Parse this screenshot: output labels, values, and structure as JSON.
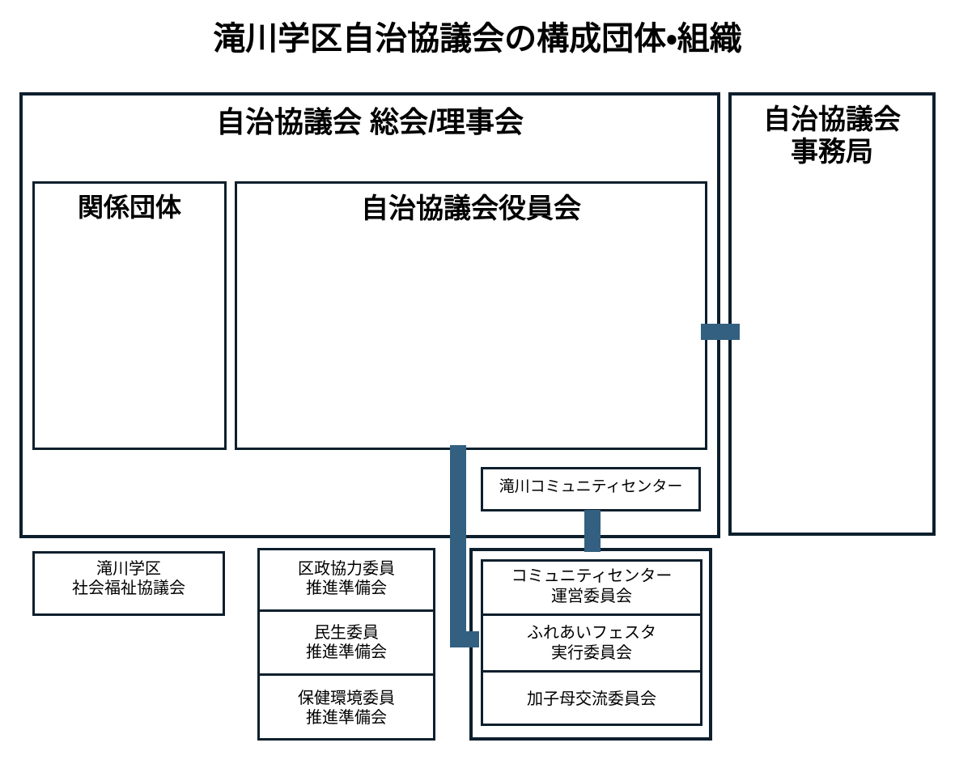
{
  "title": "滝川学区自治協議会の構成団体・組織",
  "colors": {
    "border": "#0d1f2d",
    "connector": "#336080",
    "background": "#ffffff",
    "text": "#000000"
  },
  "assembly": {
    "title": "自治協議会 総会/理事会",
    "related_organizations": {
      "title": "関係団体"
    },
    "officers": {
      "title": "自治協議会役員会"
    }
  },
  "secretariat": {
    "title": "自治協議会\n事務局"
  },
  "community_center": {
    "title": "滝川コミュニティセンター"
  },
  "welfare_council": {
    "title": "滝川学区\n社会福祉協議会"
  },
  "committees": {
    "items": [
      {
        "label": "区政協力委員\n推進準備会"
      },
      {
        "label": "民生委員\n推進準備会"
      },
      {
        "label": "保健環境委員\n推進準備会"
      }
    ]
  },
  "community_committees": {
    "items": [
      {
        "label": "コミュニティセンター\n運営委員会"
      },
      {
        "label": "ふれあいフェスタ\n実行委員会"
      },
      {
        "label": "加子母交流委員会"
      }
    ]
  },
  "connectors": [
    {
      "name": "assembly-to-secretariat",
      "orientation": "horizontal"
    },
    {
      "name": "officers-to-community-committees",
      "orientation": "vertical-then-horizontal"
    },
    {
      "name": "community-center-to-community-committees",
      "orientation": "vertical"
    }
  ]
}
